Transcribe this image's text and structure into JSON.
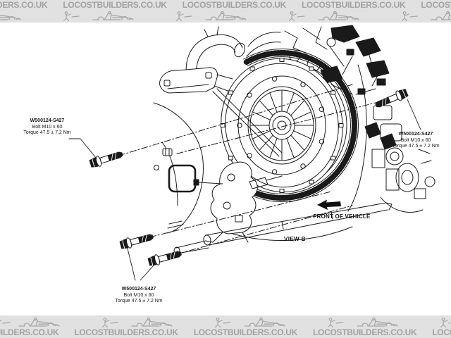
{
  "watermark": {
    "text": "LOCOSTBUILDERS.CO.UK"
  },
  "colors": {
    "banner_bg": "#e1e1e1",
    "banner_fg": "#a3a3a3",
    "line": "#1a1a1a",
    "paper": "#ffffff"
  },
  "callout": {
    "part": "W500124-S427",
    "spec": "Bolt M10 x 60",
    "torque": "Torque 47.5 ± 7.2 Nm"
  },
  "labels": {
    "front_of_vehicle": "FRONT OF VEHICLE",
    "view": "VIEW B"
  }
}
